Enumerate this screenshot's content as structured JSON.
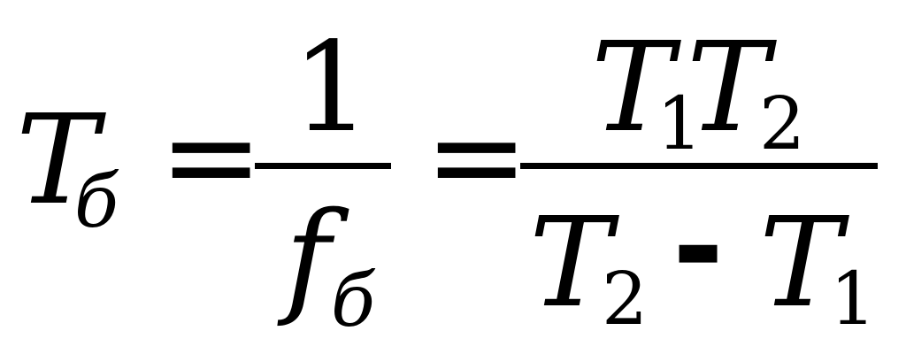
{
  "equation": {
    "lhs": {
      "symbol": "T",
      "subscript": "б"
    },
    "equals_1": "=",
    "fraction_1": {
      "numerator": "1",
      "denominator": {
        "symbol": "f",
        "subscript": "б"
      }
    },
    "equals_2": "=",
    "fraction_2": {
      "numerator": [
        {
          "symbol": "T",
          "subscript": "1"
        },
        {
          "symbol": "T",
          "subscript": "2"
        }
      ],
      "denominator": {
        "term_1": {
          "symbol": "T",
          "subscript": "2"
        },
        "operator": "-",
        "term_2": {
          "symbol": "T",
          "subscript": "1"
        }
      }
    }
  }
}
